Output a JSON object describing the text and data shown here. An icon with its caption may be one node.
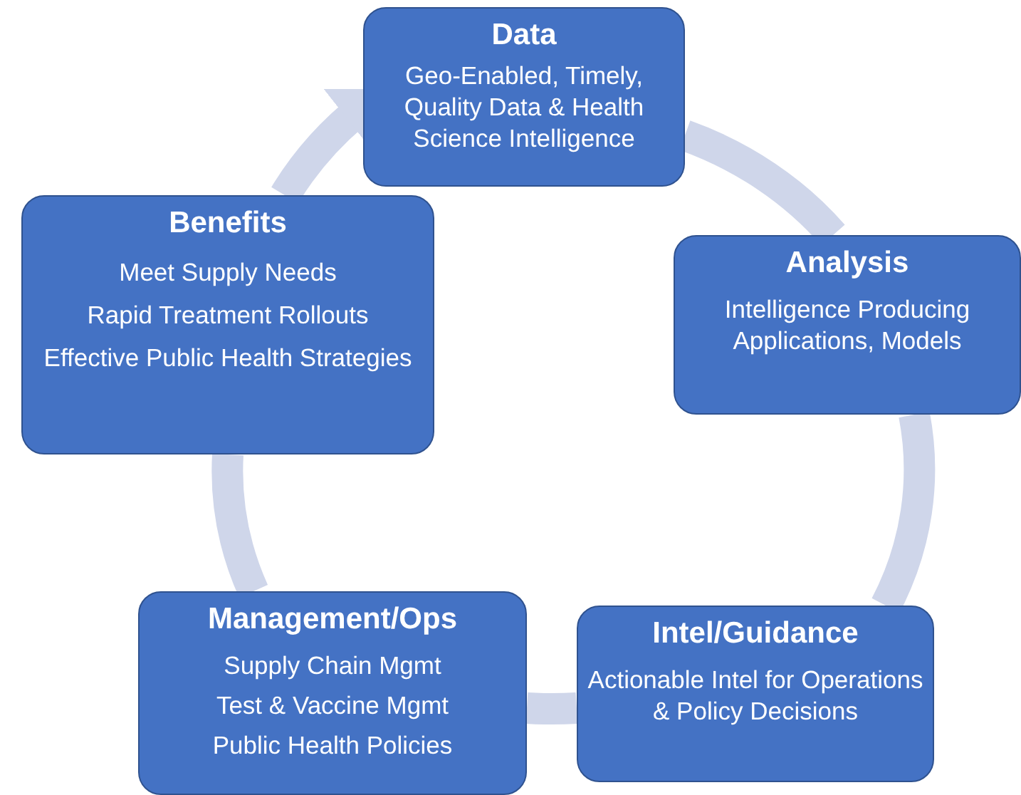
{
  "diagram": {
    "nodes": [
      {
        "text": [
          "Data",
          "Geo-Enabled, Timely, Quality Data & Health Science Intelligence"
        ]
      },
      {
        "text": [
          "Analysis",
          "Intelligence Producing Applications, Models"
        ]
      },
      {
        "text": [
          "Intel/Guidance",
          "Actionable Intel for Operations & Policy Decisions"
        ]
      },
      {
        "text": [
          "Management/Ops",
          "Supply Chain Mgmt",
          "Test & Vaccine Mgmt",
          "Public Health Policies"
        ]
      },
      {
        "text": [
          "Benefits",
          "Meet Supply Needs",
          "Rapid Treatment Rollouts",
          "Effective Public Health Strategies"
        ]
      }
    ],
    "edges": [
      {
        "from": 4,
        "to": 0,
        "arrow": "to"
      },
      {
        "from": 0,
        "to": 1,
        "arrow": "none"
      },
      {
        "from": 1,
        "to": 2,
        "arrow": "none"
      },
      {
        "from": 2,
        "to": 3,
        "arrow": "none"
      },
      {
        "from": 3,
        "to": 4,
        "arrow": "none"
      }
    ]
  }
}
